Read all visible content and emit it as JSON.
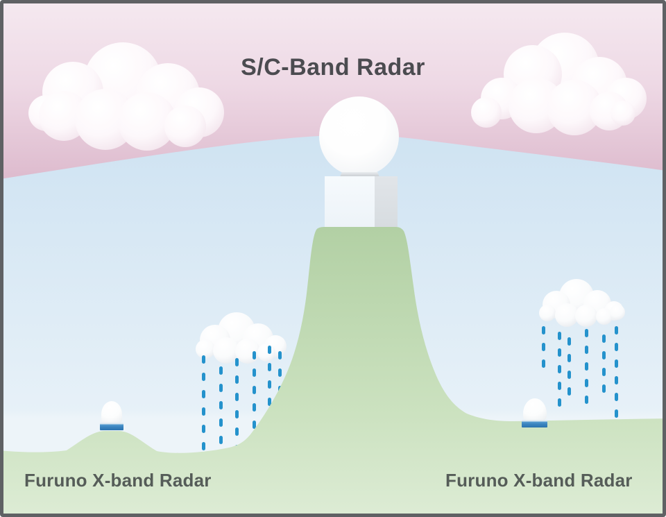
{
  "diagram": {
    "title": "S/C-Band Radar",
    "labels": [
      {
        "id": "left",
        "text": "Furuno X-band Radar"
      },
      {
        "id": "right",
        "text": "Furuno X-band Radar"
      }
    ],
    "colors": {
      "sky_pink_top": "#f5e9f0",
      "sky_pink_bottom": "#ddbacd",
      "sky_blue_top": "#cfe3f2",
      "sky_blue_bottom": "#e7f1f8",
      "horizon_mist": "#edf4f9",
      "terrain_top": "#b2d0a4",
      "terrain_bottom": "#ddecd5",
      "cloud_shadow": "#d9dee3",
      "cloud_pink_shadow": "#e9d4e1",
      "rain_blue": "#2492cc",
      "radome_white": "#f6fafd",
      "radome_side": "#d7dce0",
      "radar_base_blue_light": "#4f97cd",
      "radar_base_blue": "#2b72ae",
      "frame_border": "#5f6164",
      "title_color": "#4b4b50",
      "label_color": "#555c58"
    }
  }
}
